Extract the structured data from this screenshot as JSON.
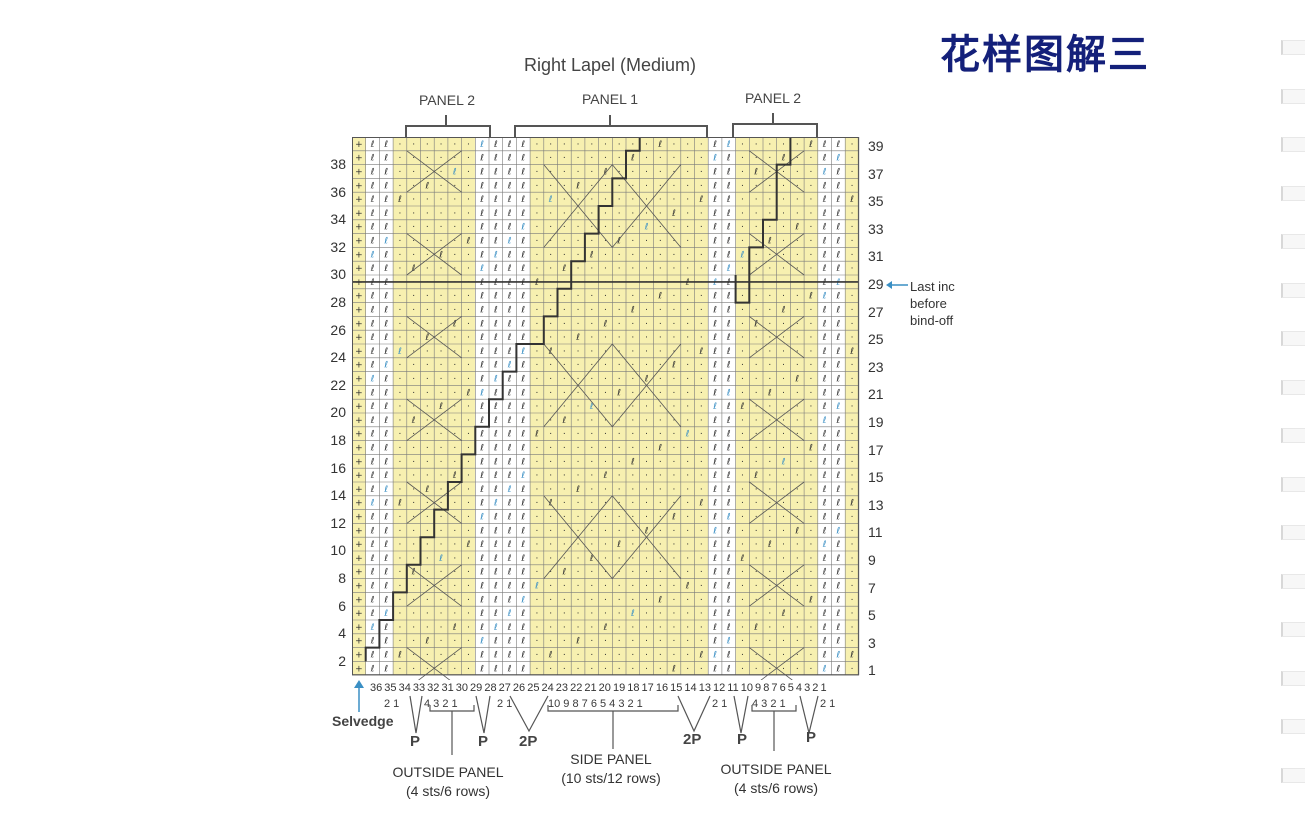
{
  "page_title": "花样图解三",
  "chart_title": "Right Lapel (Medium)",
  "panels_top": {
    "left": "PANEL 2",
    "center": "PANEL 1",
    "right": "PANEL 2"
  },
  "left_row_numbers": [
    "38",
    "36",
    "34",
    "32",
    "30",
    "28",
    "26",
    "24",
    "22",
    "20",
    "18",
    "16",
    "14",
    "12",
    "10",
    "8",
    "6",
    "4",
    "2"
  ],
  "right_row_numbers": [
    "39",
    "37",
    "35",
    "33",
    "31",
    "29",
    "27",
    "25",
    "23",
    "21",
    "19",
    "17",
    "15",
    "13",
    "11",
    "9",
    "7",
    "5",
    "3",
    "1"
  ],
  "note": {
    "line1": "Last inc",
    "line2": "before",
    "line3": "bind-off"
  },
  "selvedge": "Selvedge",
  "stitch_numbers": "36 35 34 33 32 31 30 29 28 27 26 25 24 23 22 21 20 19 18 17 16 15 14 13 12 11 10 9 8 7 6 5 4 3 2 1",
  "panel_stitch_counts": {
    "left_rib": "2 1",
    "left_outside": "4 3 2 1",
    "left_mid_rib": "2 1",
    "side_panel": "10 9 8 7 6 5 4 3 2 1",
    "right_mid_rib": "2 1",
    "right_outside": "4 3 2 1",
    "right_rib": "2 1"
  },
  "p_labels": {
    "p1": "P",
    "p2": "P",
    "p3": "2P",
    "p4": "2P",
    "p5": "P",
    "p6": "P"
  },
  "bottom_labels": {
    "outside_left_1": "OUTSIDE PANEL",
    "outside_left_2": "(4 sts/6 rows)",
    "side_1": "SIDE PANEL",
    "side_2": "(10 sts/12 rows)",
    "outside_right_1": "OUTSIDE PANEL",
    "outside_right_2": "(4 sts/6 rows)"
  },
  "colors": {
    "grid_fill": "#f7f0b0",
    "grid_line": "#7a7a7a",
    "accent_blue": "#3a8fc4",
    "title": "#14207a",
    "step_line": "#333333"
  },
  "chart_data": {
    "type": "table",
    "stitches": 36,
    "rows": 39,
    "last_inc_before_bind_off_row": 29
  }
}
